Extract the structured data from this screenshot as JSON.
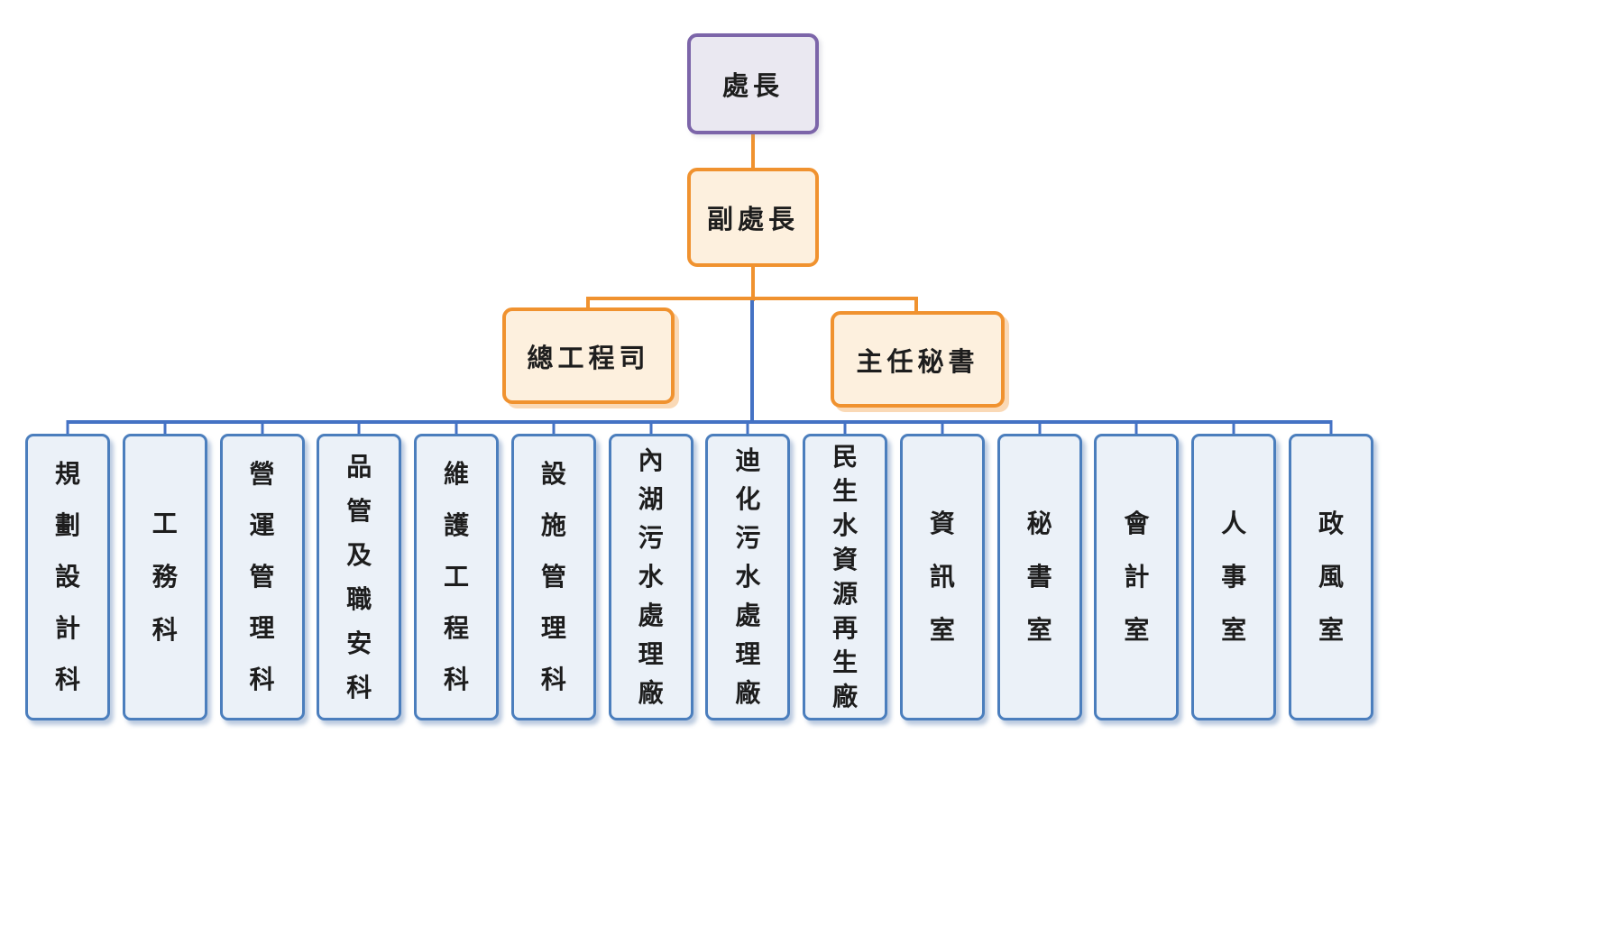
{
  "nodes": {
    "director": "處長",
    "deputy_director": "副處長",
    "chief_engineer": "總工程司",
    "chief_secretary": "主任秘書"
  },
  "departments": [
    "規劃設計科",
    "工務科",
    "營運管理科",
    "品管及職安科",
    "維護工程科",
    "設施管理科",
    "內湖污水處理廠",
    "迪化污水處理廠",
    "民生水資源再生廠",
    "資訊室",
    "秘書室",
    "會計室",
    "人事室",
    "政風室"
  ],
  "colors": {
    "purple_border": "#7C65A9",
    "purple_fill": "#EAE8F1",
    "orange_border": "#F0922F",
    "orange_fill": "#FDF0DE",
    "blue_border": "#4B7EBD",
    "blue_fill": "#EBF1F8",
    "blue_line": "#4472C4",
    "orange_line": "#F0922F"
  }
}
